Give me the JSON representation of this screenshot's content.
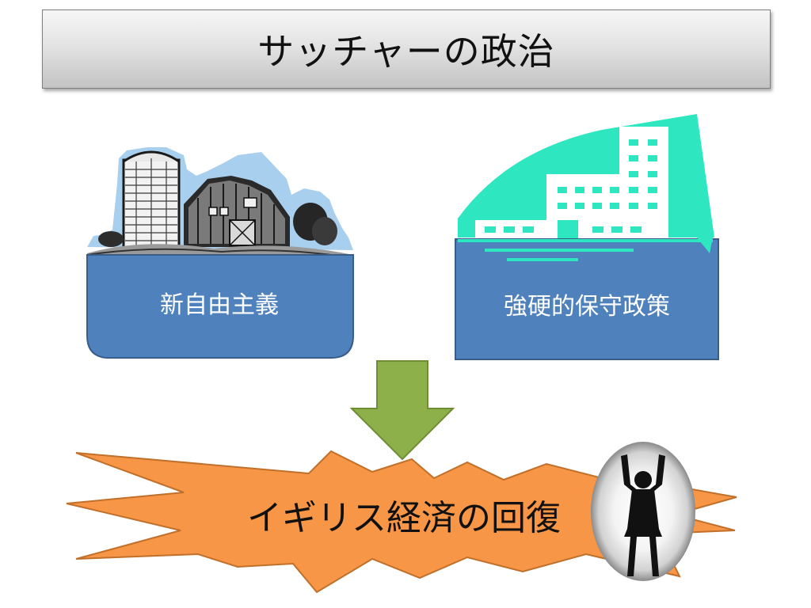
{
  "slide": {
    "title": "サッチャーの政治"
  },
  "left_panel": {
    "label": "新自由主義",
    "illustration_icon": "farm-barn-silo-icon",
    "box_color": "#4f81bd"
  },
  "right_panel": {
    "label": "強硬的保守政策",
    "illustration_icon": "office-building-icon",
    "box_color": "#4f81bd",
    "accent_color": "#2ee6c0"
  },
  "arrow": {
    "icon": "arrow-down-icon",
    "color": "#8db04a"
  },
  "result": {
    "label": "イギリス経済の回復",
    "burst_color": "#f79646",
    "figure_icon": "person-arms-raised-icon"
  }
}
